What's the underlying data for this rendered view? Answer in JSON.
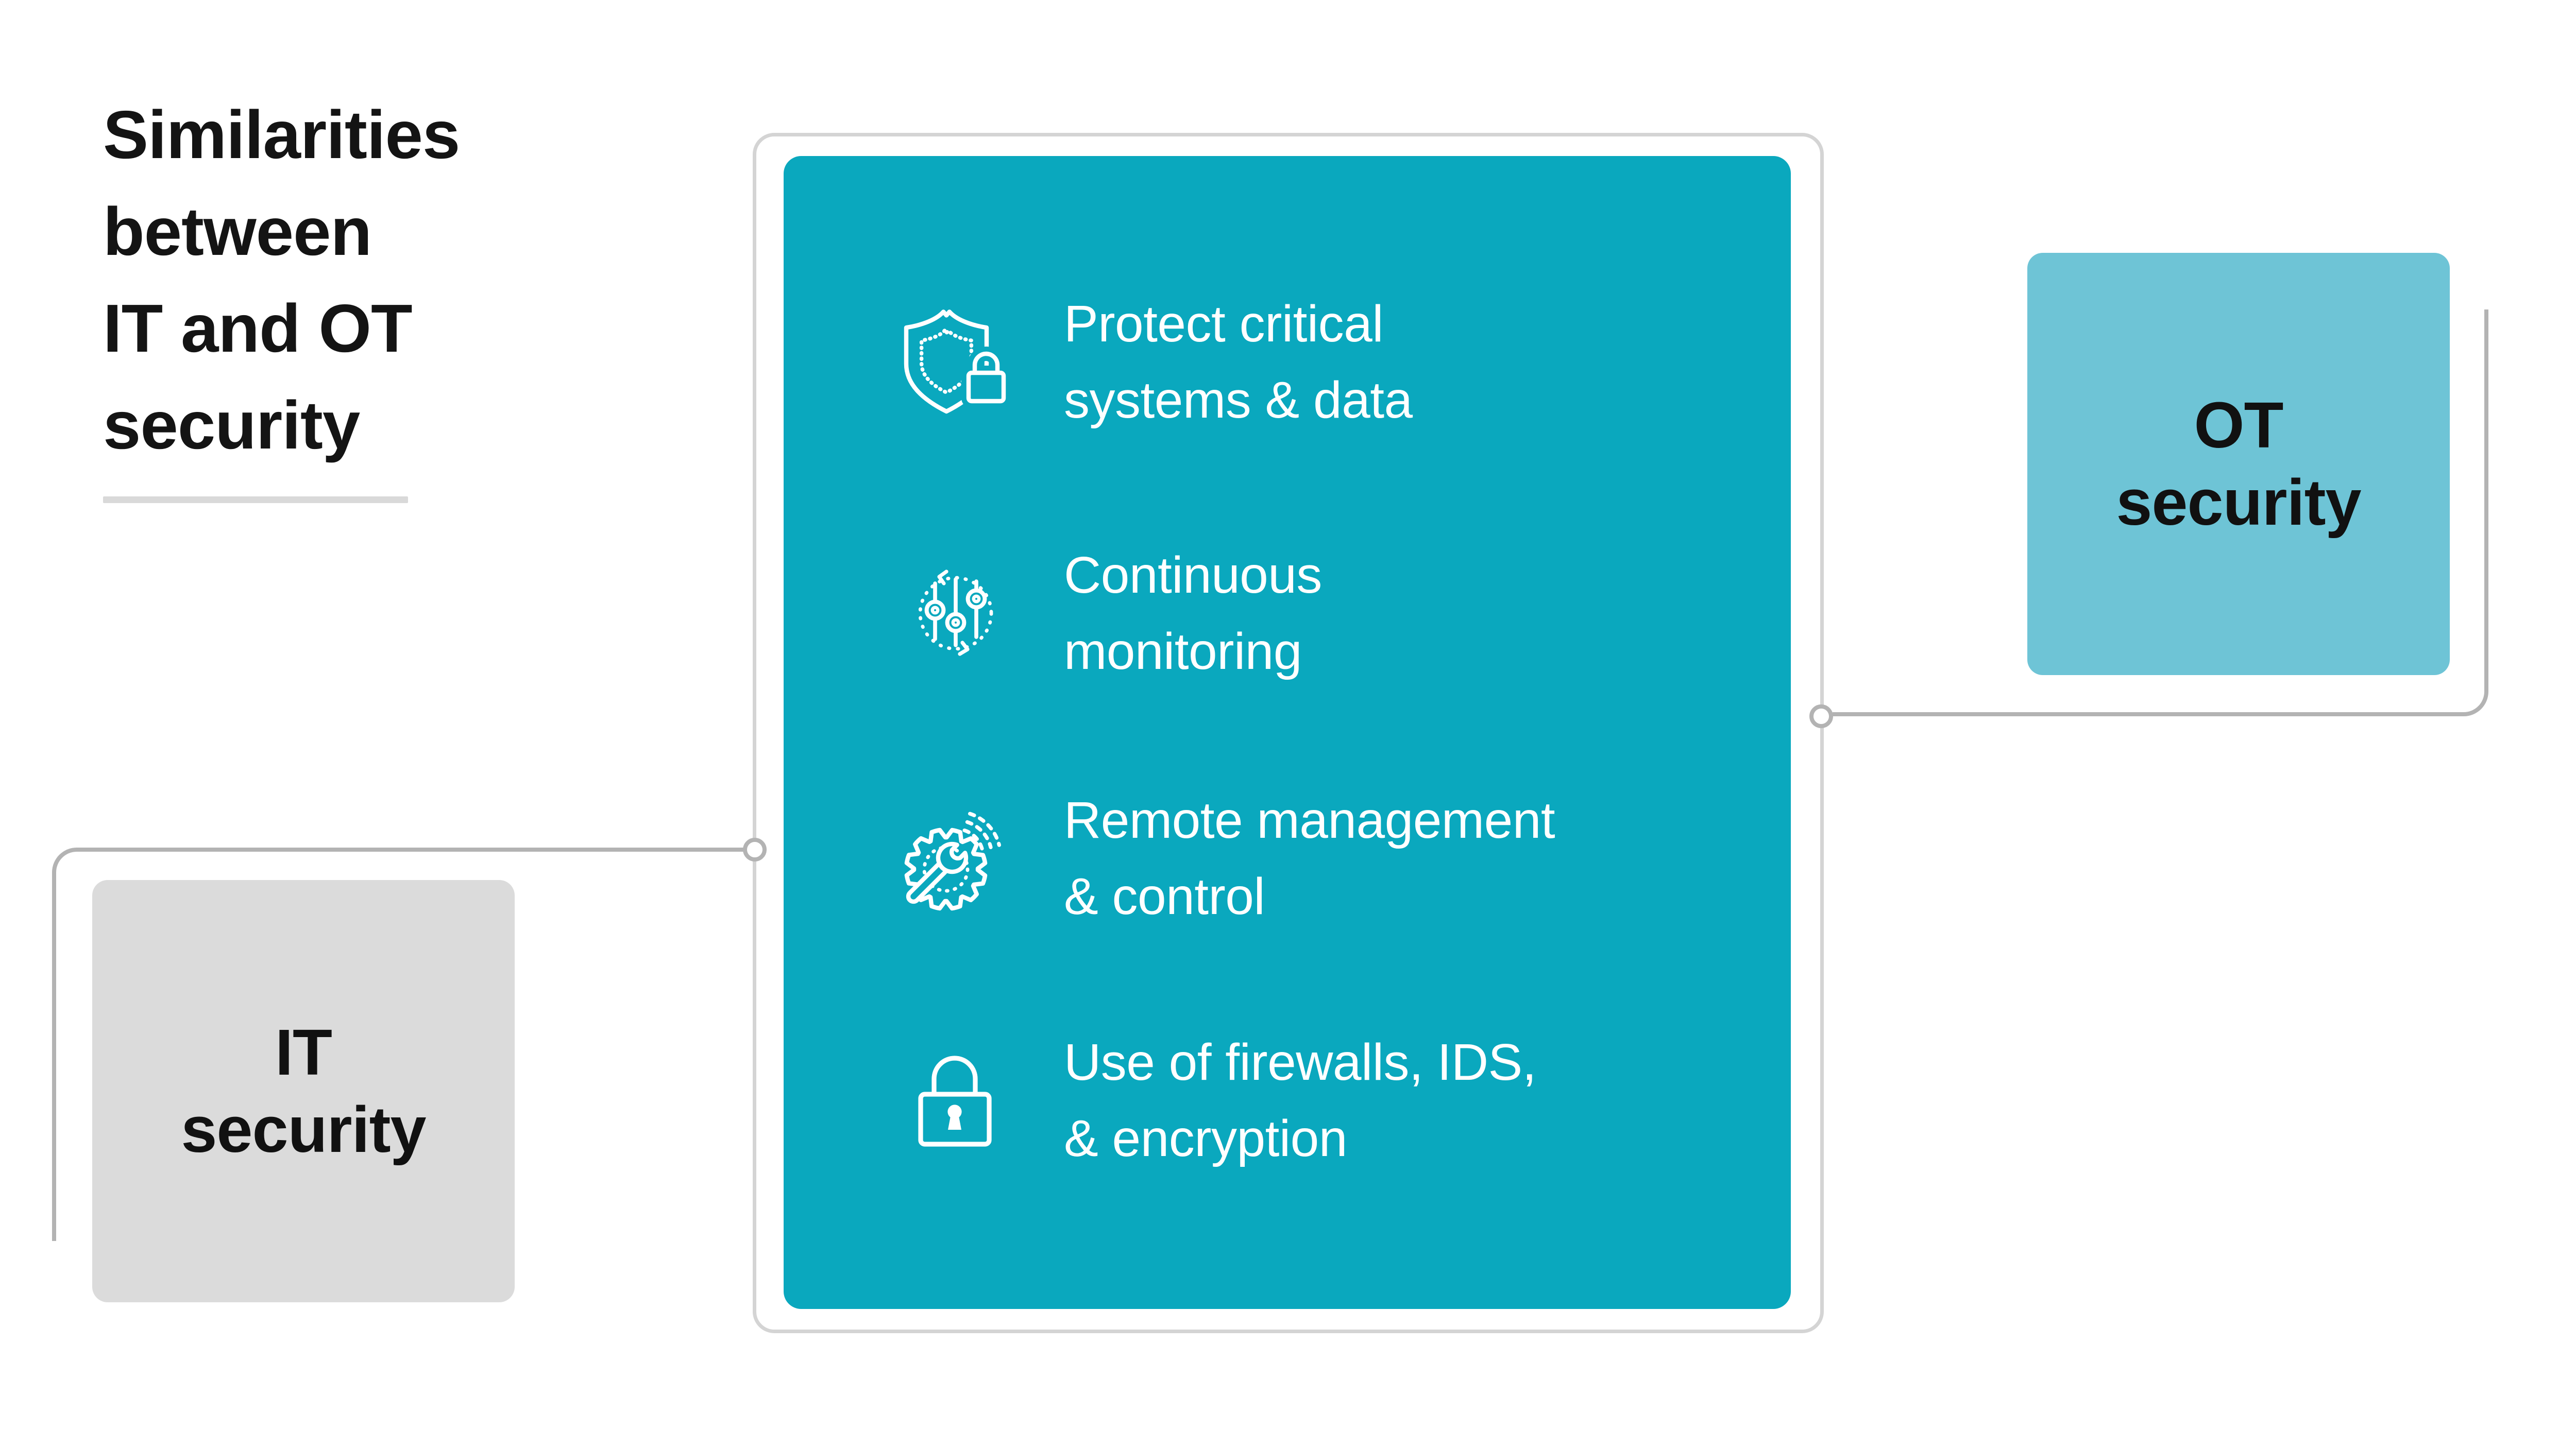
{
  "title": {
    "text": "Similarities\nbetween\nIT and OT\nsecurity"
  },
  "colors": {
    "teal_panel": "#0aa8be",
    "ot_node_blue": "#6ec4d6",
    "it_node_gray": "#dbdbdb",
    "connector_gray": "#b3b3b3",
    "card_border_gray": "#d4d4d4",
    "underline_gray": "#d9d9d9",
    "text_dark": "#141414",
    "text_light": "#ffffff"
  },
  "similarities": {
    "items": [
      {
        "icon": "shield-lock-icon",
        "label": "Protect critical\nsystems & data"
      },
      {
        "icon": "sliders-cycle-icon",
        "label": "Continuous\nmonitoring"
      },
      {
        "icon": "gear-wrench-icon",
        "label": "Remote management\n& control"
      },
      {
        "icon": "padlock-icon",
        "label": "Use of firewalls, IDS,\n& encryption"
      }
    ]
  },
  "nodes": {
    "it": {
      "label": "IT\nsecurity"
    },
    "ot": {
      "label": "OT\nsecurity"
    }
  }
}
